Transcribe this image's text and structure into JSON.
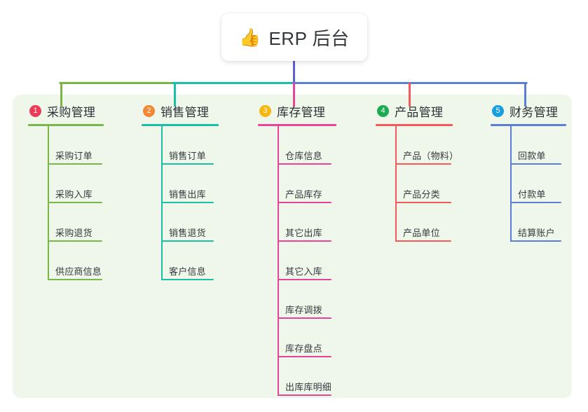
{
  "diagram": {
    "type": "mind-map",
    "title_node": {
      "icon": "thumbs-up-icon",
      "emoji": "👍",
      "label": "ERP 后台"
    },
    "panel_color": "#eef7e9",
    "branches": [
      {
        "index": "1",
        "badge_number": "1",
        "badge_color": "#ec3b57",
        "line_color": "#7ab648",
        "title": "采购管理",
        "leaves": [
          "采购订单",
          "采购入库",
          "采购退货",
          "供应商信息"
        ]
      },
      {
        "index": "2",
        "badge_number": "2",
        "badge_color": "#f58634",
        "line_color": "#1bbfa7",
        "title": "销售管理",
        "leaves": [
          "销售订单",
          "销售出库",
          "销售退货",
          "客户信息"
        ]
      },
      {
        "index": "3",
        "badge_number": "3",
        "badge_color": "#f7b711",
        "line_color": "#e8459a",
        "title": "库存管理",
        "leaves": [
          "仓库信息",
          "产品库存",
          "其它出库",
          "其它入库",
          "库存调拨",
          "库存盘点",
          "出库库明细"
        ]
      },
      {
        "index": "4",
        "badge_number": "4",
        "badge_color": "#1cab52",
        "line_color": "#f4595b",
        "title": "产品管理",
        "leaves": [
          "产品（物料）",
          "产品分类",
          "产品单位"
        ]
      },
      {
        "index": "5",
        "badge_number": "5",
        "badge_color": "#189fe0",
        "line_color": "#5b7fd4",
        "title": "财务管理",
        "leaves": [
          "回款单",
          "付款单",
          "结算账户"
        ]
      }
    ]
  }
}
